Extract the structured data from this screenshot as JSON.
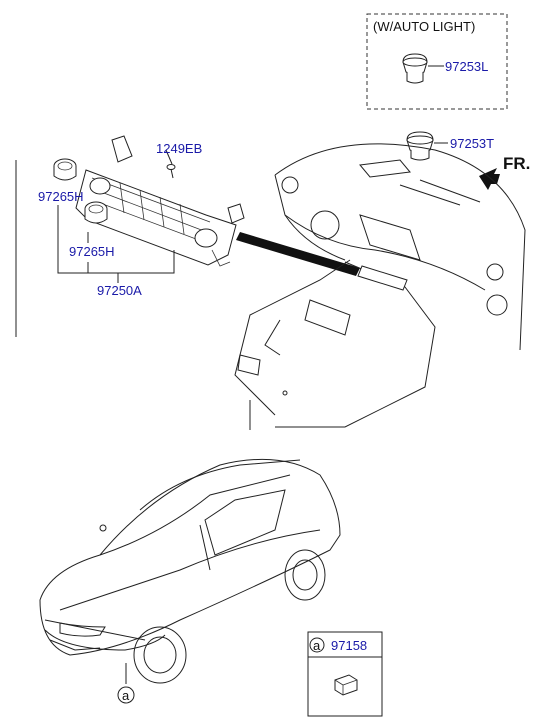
{
  "auto_light_box": {
    "title": "(W/AUTO LIGHT)",
    "part": "97253L"
  },
  "labels": {
    "sensor_top": "97253T",
    "front_arrow": "FR.",
    "screw": "1249EB",
    "knob_upper": "97265H",
    "knob_lower": "97265H",
    "control_unit": "97250A"
  },
  "callout": {
    "letter": "a",
    "part": "97158"
  },
  "car_callout_letter": "a",
  "colors": {
    "part_label": "#1a1aa8",
    "line": "#222222"
  }
}
